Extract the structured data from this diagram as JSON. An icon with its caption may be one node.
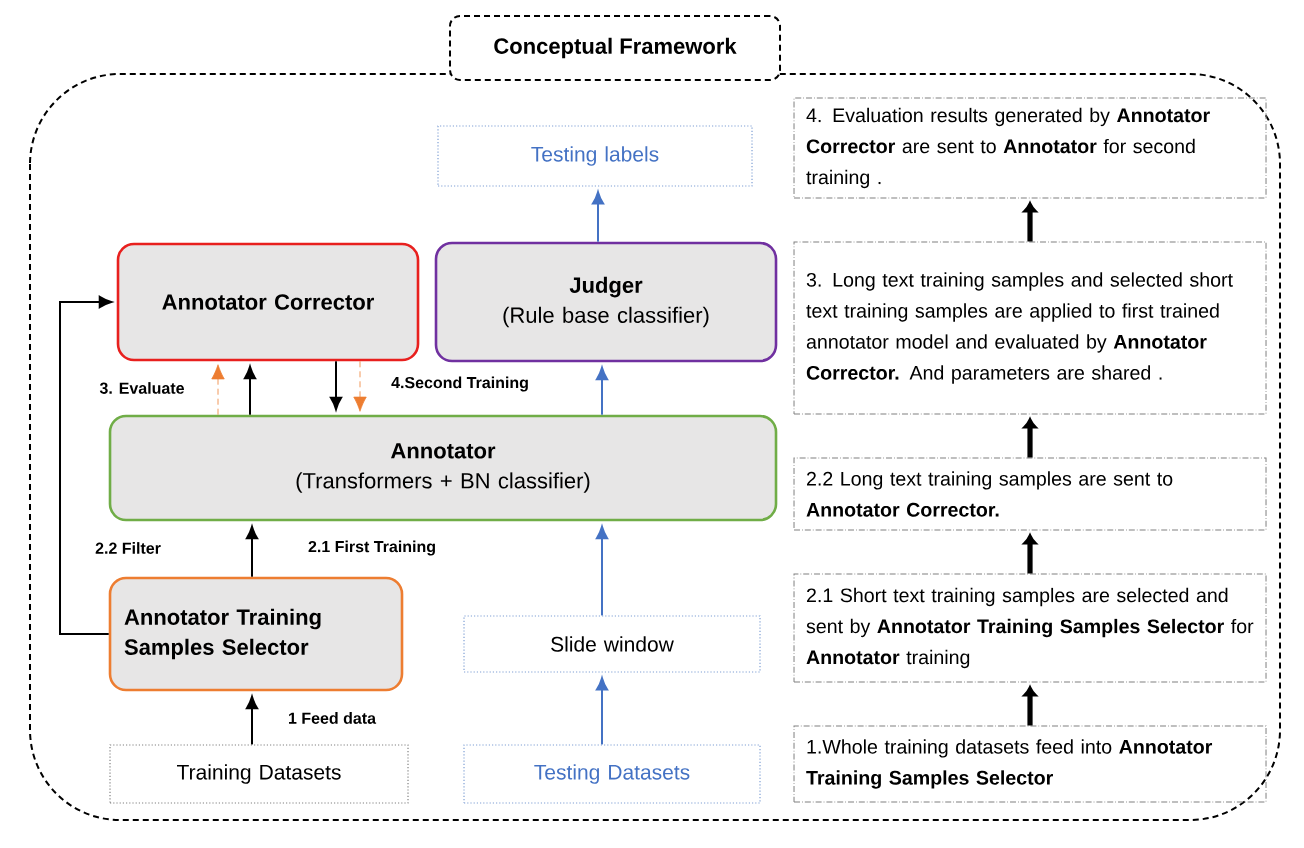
{
  "diagram": {
    "title": "Conceptual Framework",
    "nodes": [
      {
        "text": [
          "Testing labels"
        ]
      },
      {
        "text": [
          "Annotator Corrector"
        ]
      },
      {
        "text": [
          "Judger",
          "(Rule base classifier)"
        ]
      },
      {
        "text": [
          "Annotator",
          "(Transformers + BN classifier)"
        ]
      },
      {
        "text": [
          "Annotator Training Samples Selector"
        ]
      },
      {
        "text": [
          "Slide window"
        ]
      },
      {
        "text": [
          "Training Datasets"
        ]
      },
      {
        "text": [
          "Testing Datasets"
        ]
      },
      {
        "text": [
          "4. Evaluation results generated by **Annotator Corrector** are sent to **Annotator** for second training ."
        ]
      },
      {
        "text": [
          "3.  Long text training samples and selected short text training samples are applied to first trained annotator model and evaluated by **Annotator Corrector.** And parameters are shared ."
        ]
      },
      {
        "text": [
          "2.2 Long text training samples are sent to **Annotator Corrector.**"
        ]
      },
      {
        "text": [
          "2.1  Short text training samples are selected  and sent by **Annotator Training Samples Selector** for **Annotator** training"
        ]
      },
      {
        "text": [
          "1.Whole  training datasets feed into **Annotator Training Samples Selector**"
        ]
      }
    ],
    "edges": [
      {
        "from": 6,
        "to": 4,
        "arrow": "to",
        "label": "1 Feed data"
      },
      {
        "from": 4,
        "to": 3,
        "arrow": "to",
        "label": "2.1 First Training"
      },
      {
        "from": 4,
        "to": 1,
        "arrow": "to",
        "label": "2.2 Filter"
      },
      {
        "from": 3,
        "to": 1,
        "arrow": "to",
        "label": "3. Evaluate",
        "style": "dashed",
        "color": "#ed7d31"
      },
      {
        "from": 3,
        "to": 1,
        "arrow": "to"
      },
      {
        "from": 1,
        "to": 3,
        "arrow": "to"
      },
      {
        "from": 1,
        "to": 3,
        "arrow": "to",
        "label": "4.Second Training",
        "style": "dashed",
        "color": "#ed7d31"
      },
      {
        "from": 3,
        "to": 2,
        "arrow": "to",
        "color": "#4472c4"
      },
      {
        "from": 2,
        "to": 0,
        "arrow": "to",
        "color": "#4472c4"
      },
      {
        "from": 7,
        "to": 5,
        "arrow": "to",
        "color": "#4472c4"
      },
      {
        "from": 5,
        "to": 3,
        "arrow": "to",
        "color": "#4472c4"
      },
      {
        "from": 12,
        "to": 11,
        "arrow": "to",
        "style": "thick"
      },
      {
        "from": 11,
        "to": 10,
        "arrow": "to",
        "style": "thick"
      },
      {
        "from": 10,
        "to": 9,
        "arrow": "to",
        "style": "thick"
      },
      {
        "from": 9,
        "to": 8,
        "arrow": "to",
        "style": "thick"
      }
    ]
  }
}
